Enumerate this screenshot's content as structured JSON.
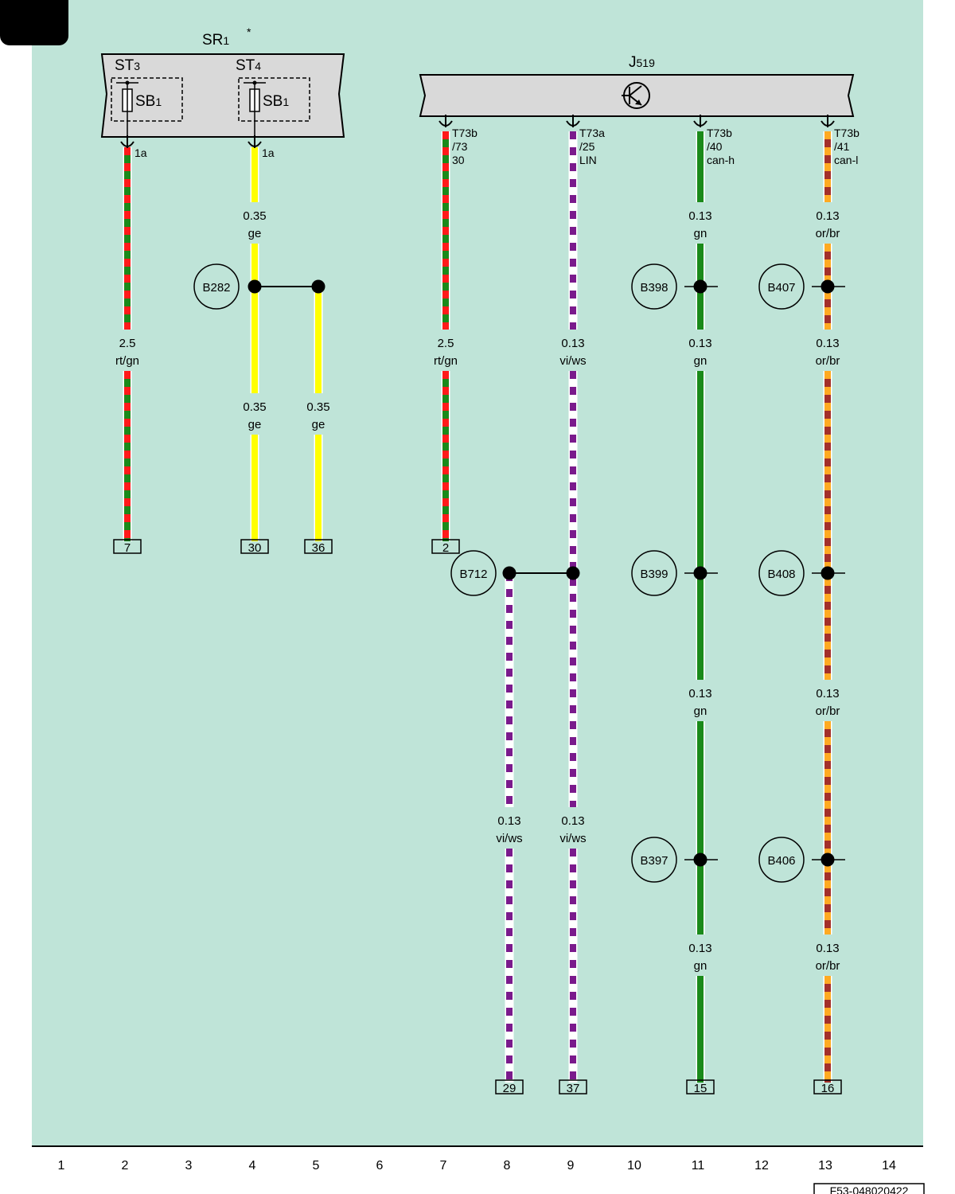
{
  "colors": {
    "background": "#bfe4d8",
    "rt": "#ff1a1a",
    "gn": "#1a8a1a",
    "ge": "#ffff00",
    "vi": "#7a1a8c",
    "ws": "#ffffff",
    "or": "#ffaa22",
    "br": "#a3302a",
    "component": "#d9d9d9"
  },
  "corner_tab": {
    "icon": "black-corner-tab"
  },
  "components": {
    "sr1": {
      "label_main": "SR",
      "label_sub": "1",
      "asterisk": "*"
    },
    "st3": {
      "label_main": "ST",
      "label_sub": "3"
    },
    "st4": {
      "label_main": "ST",
      "label_sub": "4"
    },
    "sb1_left": {
      "label_main": "SB",
      "label_sub": "1",
      "icon": "fuse-icon"
    },
    "sb1_right": {
      "label_main": "SB",
      "label_sub": "1",
      "icon": "fuse-icon"
    },
    "j519": {
      "label_main": "J",
      "label_sub": "519",
      "icon": "transistor-icon"
    }
  },
  "pins": {
    "sr1_st3": "1a",
    "sr1_st4": "1a",
    "j519_p1": [
      "T73b",
      "/73",
      "30"
    ],
    "j519_p2": [
      "T73a",
      "/25",
      "LIN"
    ],
    "j519_p3": [
      "T73b",
      "/40",
      "can-h"
    ],
    "j519_p4": [
      "T73b",
      "/41",
      "can-l"
    ]
  },
  "wire_labels": {
    "w1": {
      "size": "2.5",
      "color": "rt/gn"
    },
    "w2a": {
      "size": "0.35",
      "color": "ge"
    },
    "w2b": {
      "size": "0.35",
      "color": "ge"
    },
    "w3": {
      "size": "0.35",
      "color": "ge"
    },
    "w4": {
      "size": "2.5",
      "color": "rt/gn"
    },
    "w5": {
      "size": "0.13",
      "color": "vi/ws"
    },
    "w6": {
      "size": "0.13",
      "color": "vi/ws"
    },
    "w7": {
      "size": "0.13",
      "color": "vi/ws"
    },
    "w8a": {
      "size": "0.13",
      "color": "gn"
    },
    "w8b": {
      "size": "0.13",
      "color": "gn"
    },
    "w8c": {
      "size": "0.13",
      "color": "gn"
    },
    "w8d": {
      "size": "0.13",
      "color": "gn"
    },
    "w9a": {
      "size": "0.13",
      "color": "or/br"
    },
    "w9b": {
      "size": "0.13",
      "color": "or/br"
    },
    "w9c": {
      "size": "0.13",
      "color": "or/br"
    },
    "w9d": {
      "size": "0.13",
      "color": "or/br"
    }
  },
  "splices": {
    "b282": "B282",
    "b712": "B712",
    "b398": "B398",
    "b399": "B399",
    "b397": "B397",
    "b407": "B407",
    "b408": "B408",
    "b406": "B406"
  },
  "terminals": {
    "t1": "7",
    "t2": "30",
    "t3": "36",
    "t4": "2",
    "t5": "29",
    "t6": "37",
    "t7": "15",
    "t8": "16"
  },
  "column_numbers": [
    "1",
    "2",
    "3",
    "4",
    "5",
    "6",
    "7",
    "8",
    "9",
    "10",
    "11",
    "12",
    "13",
    "14"
  ],
  "figure_ref": "F53-048020422"
}
